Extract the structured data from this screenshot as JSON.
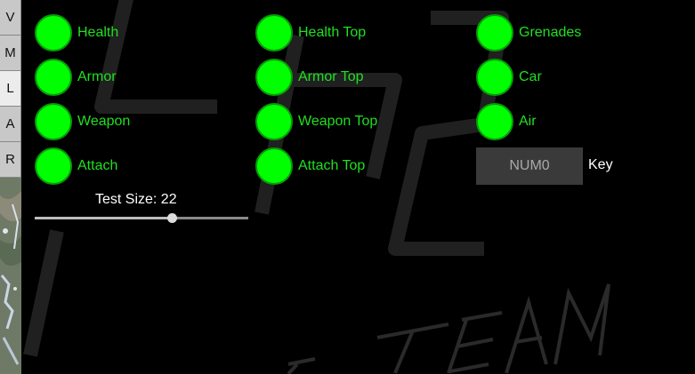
{
  "sidebar": {
    "tabs": [
      {
        "label": "V",
        "active": false
      },
      {
        "label": "M",
        "active": false
      },
      {
        "label": "L",
        "active": true
      },
      {
        "label": "A",
        "active": false
      },
      {
        "label": "R",
        "active": false
      }
    ]
  },
  "toggles": {
    "col1": [
      {
        "label": "Health",
        "enabled": true
      },
      {
        "label": "Armor",
        "enabled": true
      },
      {
        "label": "Weapon",
        "enabled": true
      },
      {
        "label": "Attach",
        "enabled": true
      }
    ],
    "col2": [
      {
        "label": "Health Top",
        "enabled": true
      },
      {
        "label": "Armor Top",
        "enabled": true
      },
      {
        "label": "Weapon Top",
        "enabled": true
      },
      {
        "label": "Attach Top",
        "enabled": true
      }
    ],
    "col3": [
      {
        "label": "Grenades",
        "enabled": true
      },
      {
        "label": "Car",
        "enabled": true
      },
      {
        "label": "Air",
        "enabled": true
      }
    ]
  },
  "key_bind": {
    "button_label": "NUM0",
    "label": "Key"
  },
  "test_size": {
    "label": "Test Size: 22",
    "value_fraction": 0.64
  },
  "colors": {
    "toggle_on": "#00ff00",
    "toggle_text": "#1fe01f",
    "background": "#000000"
  }
}
